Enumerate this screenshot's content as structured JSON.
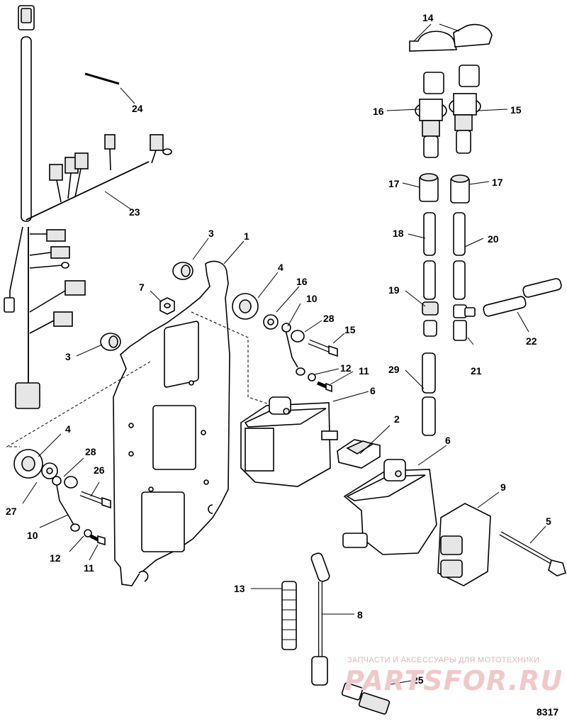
{
  "diagram": {
    "callouts": {
      "c1": "1",
      "c2": "2",
      "c3a": "3",
      "c3b": "3",
      "c4a": "4",
      "c4b": "4",
      "c5": "5",
      "c6a": "6",
      "c6b": "6",
      "c7": "7",
      "c8": "8",
      "c9": "9",
      "c10a": "10",
      "c10b": "10",
      "c11a": "11",
      "c11b": "11",
      "c12a": "12",
      "c12b": "12",
      "c13": "13",
      "c14": "14",
      "c15a": "15",
      "c15b": "15",
      "c16a": "16",
      "c16b": "16",
      "c17a": "17",
      "c17b": "17",
      "c18": "18",
      "c19": "19",
      "c20": "20",
      "c21": "21",
      "c22": "22",
      "c23": "23",
      "c24": "24",
      "c25": "25",
      "c26": "26",
      "c27": "27",
      "c28a": "28",
      "c28b": "28",
      "c29": "29"
    },
    "drawing_number": "8317"
  },
  "watermark": {
    "tagline": "ЗАПЧАСТИ И АКСЕССУАРЫ ДЛЯ МОТОТЕХНИКИ",
    "logo": "PARTSFOR.RU"
  }
}
